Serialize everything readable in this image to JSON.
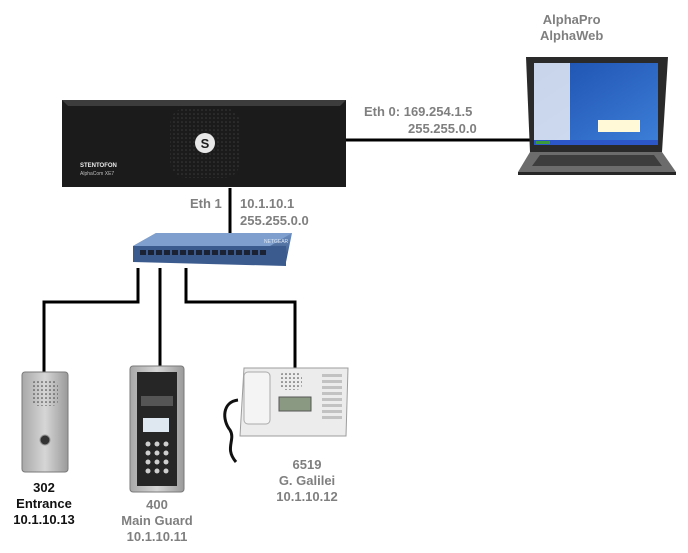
{
  "server": {
    "brand": "STENTOFON",
    "model": "AlphaCom XE7",
    "logo_letter": "S",
    "eth0": {
      "label": "Eth 0: 169.254.1.5",
      "mask": "255.255.0.0"
    },
    "eth1": {
      "label": "Eth 1",
      "ip": "10.1.10.1",
      "mask": "255.255.0.0"
    }
  },
  "switch": {
    "brand": "NETGEAR"
  },
  "laptop": {
    "line1": "AlphaPro",
    "line2": "AlphaWeb"
  },
  "devices": [
    {
      "number": "302",
      "name": "Entrance",
      "ip": "10.1.10.13"
    },
    {
      "number": "400",
      "name": "Main Guard",
      "ip": "10.1.10.11"
    },
    {
      "number": "6519",
      "name": "G. Galilei",
      "ip": "10.1.10.12"
    }
  ],
  "colors": {
    "label_gray": "#7f7f7f",
    "label_dark": "#111111",
    "cable": "#000000",
    "switch_blue": "#3a5a8c",
    "server_black": "#1b1b1b"
  }
}
